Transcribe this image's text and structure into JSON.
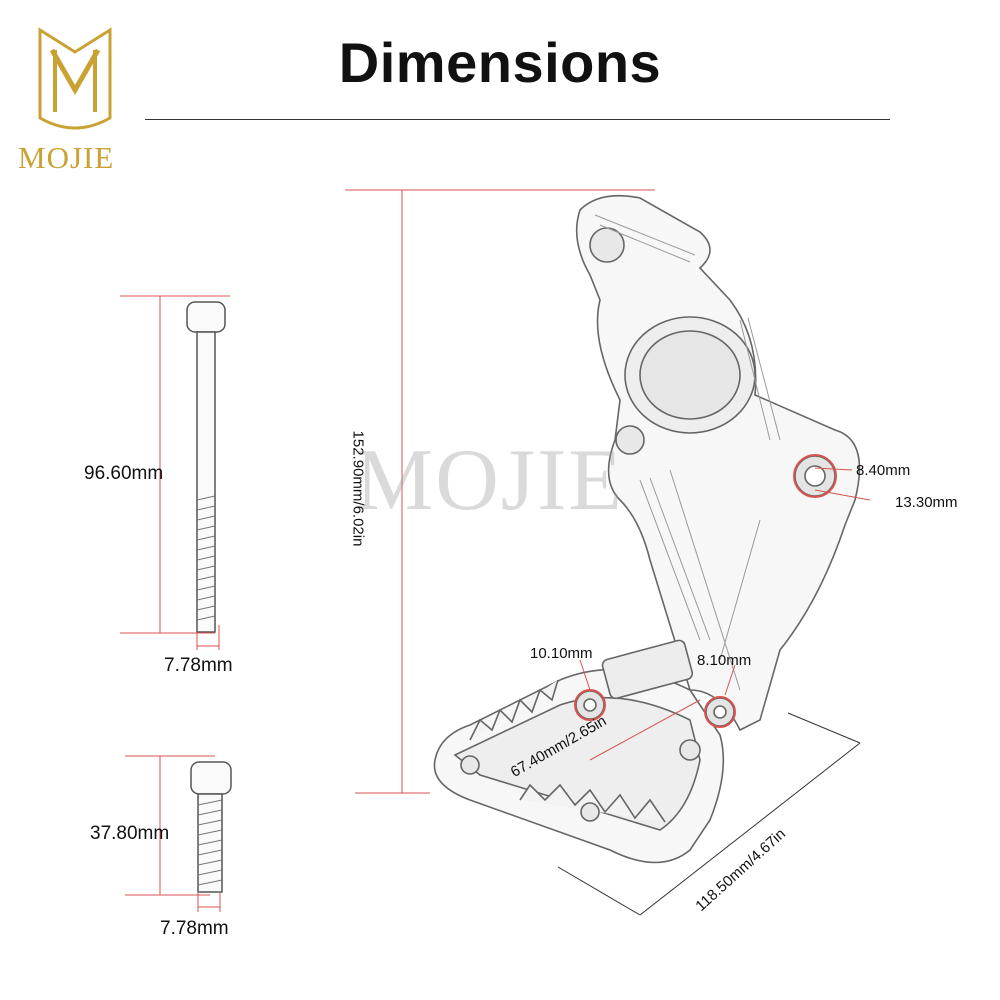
{
  "header": {
    "title": "Dimensions"
  },
  "brand": {
    "name": "MOJIE",
    "color": "#c9a233",
    "logo_icon": "m-crest-logo-icon"
  },
  "watermark": {
    "text": "MOJIE"
  },
  "colors": {
    "dimension_line": "#d9534f",
    "text": "#111111",
    "part_outline": "#555555"
  },
  "dimensions": {
    "long_bolt_length": "96.60mm",
    "long_bolt_diameter": "7.78mm",
    "short_bolt_length": "37.80mm",
    "short_bolt_diameter": "7.78mm",
    "bracket_height": "152.90mm/6.02in",
    "hole_inner": "8.40mm",
    "hole_outer": "13.30mm",
    "peg_hole_left": "10.10mm",
    "peg_hole_right": "8.10mm",
    "peg_diagonal": "67.40mm/2.65in",
    "peg_length": "118.50mm/4.67in"
  }
}
